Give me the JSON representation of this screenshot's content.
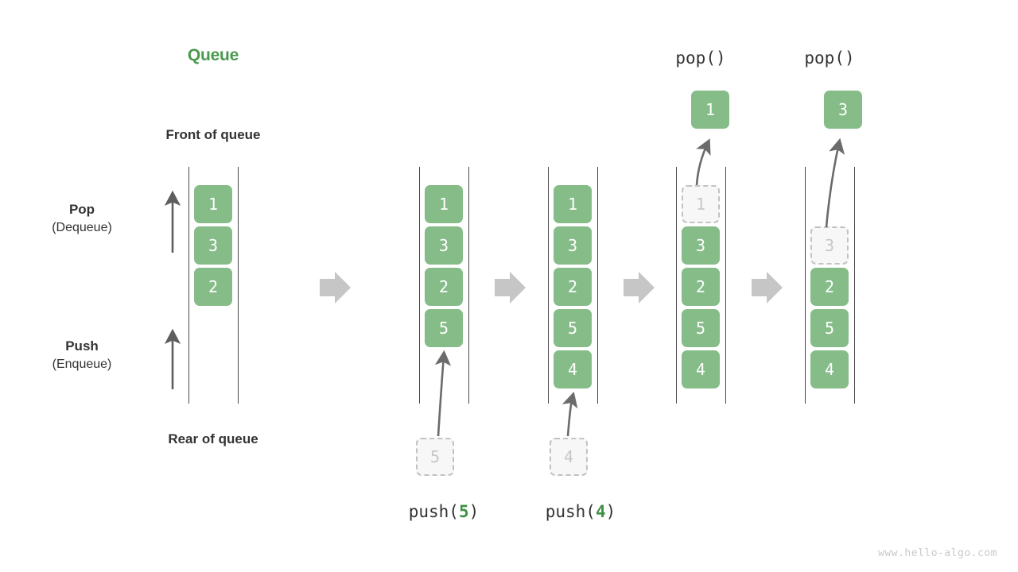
{
  "title": "Queue",
  "labels": {
    "front_of_queue": "Front of queue",
    "rear_of_queue": "Rear of queue",
    "pop_main": "Pop",
    "pop_sub": "(Dequeue)",
    "push_main": "Push",
    "push_sub": "(Enqueue)"
  },
  "colors": {
    "element_fill": "#85bc88",
    "element_text": "#ffffff",
    "title_green": "#4a9a4e",
    "ghost_fill": "#f7f7f7",
    "ghost_border": "#c2c2c2",
    "ghost_text": "#c7c7c7",
    "rail": "#4a4a4a",
    "arrow_gray": "#c6c6c6",
    "curve_arrow": "#6b6b6b",
    "text": "#333333",
    "watermark": "#c9c9c9"
  },
  "stages": [
    {
      "name": "initial",
      "cells": [
        {
          "value": "1",
          "ghost": false
        },
        {
          "value": "3",
          "ghost": false
        },
        {
          "value": "2",
          "ghost": false
        }
      ],
      "caption": null,
      "popped": null
    },
    {
      "name": "after-push-5",
      "cells": [
        {
          "value": "1",
          "ghost": false
        },
        {
          "value": "3",
          "ghost": false
        },
        {
          "value": "2",
          "ghost": false
        },
        {
          "value": "5",
          "ghost": false
        }
      ],
      "incoming": {
        "value": "5",
        "ghost": true
      },
      "caption": {
        "prefix": "push(",
        "num": "5",
        "suffix": ")"
      },
      "popped": null
    },
    {
      "name": "after-push-4",
      "cells": [
        {
          "value": "1",
          "ghost": false
        },
        {
          "value": "3",
          "ghost": false
        },
        {
          "value": "2",
          "ghost": false
        },
        {
          "value": "5",
          "ghost": false
        },
        {
          "value": "4",
          "ghost": false
        }
      ],
      "incoming": {
        "value": "4",
        "ghost": true
      },
      "caption": {
        "prefix": "push(",
        "num": "4",
        "suffix": ")"
      },
      "popped": null
    },
    {
      "name": "after-pop-1",
      "cells": [
        {
          "value": "1",
          "ghost": true
        },
        {
          "value": "3",
          "ghost": false
        },
        {
          "value": "2",
          "ghost": false
        },
        {
          "value": "5",
          "ghost": false
        },
        {
          "value": "4",
          "ghost": false
        }
      ],
      "caption_top": "pop()",
      "popped": {
        "value": "1"
      }
    },
    {
      "name": "after-pop-3",
      "cells": [
        {
          "value": "3",
          "ghost": true
        },
        {
          "value": "2",
          "ghost": false
        },
        {
          "value": "5",
          "ghost": false
        },
        {
          "value": "4",
          "ghost": false
        }
      ],
      "caption_top": "pop()",
      "popped": {
        "value": "3"
      },
      "top_offset_slots": 1
    }
  ],
  "transition_arrows": 4,
  "watermark": "www.hello-algo.com"
}
